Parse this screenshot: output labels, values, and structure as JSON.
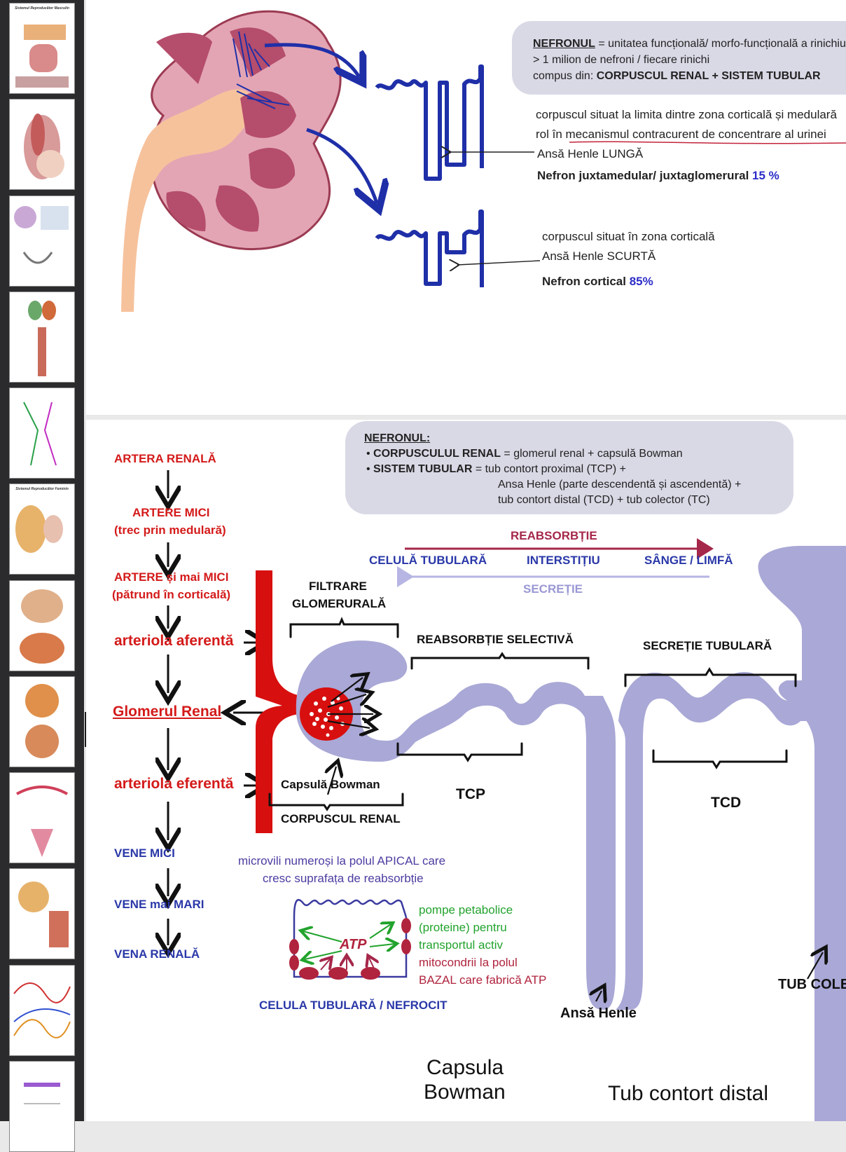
{
  "sidebar": {
    "thumbnails": [
      {
        "title": "Sistemul Reproducător Masculin"
      },
      {
        "title": ""
      },
      {
        "title": ""
      },
      {
        "title": ""
      },
      {
        "title": ""
      },
      {
        "title": "Sistemul Reproducător Feminin"
      },
      {
        "title": ""
      },
      {
        "title": ""
      },
      {
        "title": ""
      },
      {
        "title": ""
      },
      {
        "title": ""
      },
      {
        "title": ""
      }
    ]
  },
  "nav": {
    "back_glyph": "‹"
  },
  "page1": {
    "box": {
      "line1_term": "NEFRONUL",
      "line1_rest": " = unitatea funcțională/ morfo-funcțională a rinichiului",
      "line2": "> 1 milion de nefroni / fiecare rinichi",
      "line3_prefix": "compus din: ",
      "line3_bold": "CORPUSCUL RENAL + SISTEM TUBULAR"
    },
    "juxta": {
      "line1": "corpuscul situat la limita dintre zona corticală și medulară",
      "line2_prefix": "rol în ",
      "line2_underlined": "mecanismul contracurent de concentrare al urinei",
      "loop": "Ansă Henle LUNGĂ",
      "type": "Nefron juxtamedular/ juxtaglomerural",
      "percent": "15 %"
    },
    "cortical": {
      "line1": "corpuscul situat în zona corticală",
      "loop": "Ansă Henle SCURTĂ",
      "type": "Nefron cortical",
      "percent": "85%"
    }
  },
  "page2": {
    "box": {
      "title": "NEFRONUL:",
      "item1_bold": "CORPUSCULUL RENAL",
      "item1_rest": " = glomerul renal + capsulă Bowman",
      "item2_bold": "SISTEM TUBULAR",
      "item2_rest": " = tub contort proximal (TCP) +",
      "item2_line2": "Ansa Henle (parte descendentă și ascendentă) +",
      "item2_line3": "tub contort distal (TCD) + tub colector (TC)"
    },
    "flow": {
      "step1": "ARTERA RENALĂ",
      "step2a": "ARTERE MICI",
      "step2b": "(trec prin medulară)",
      "step3a": "ARTERE și mai MICI",
      "step3b": "(pătrund în corticală)",
      "step4": "arteriola aferentă",
      "step5": "Glomerul Renal",
      "step6": "arteriola eferentă",
      "step7": "VENE MICI",
      "step8": "VENE mai MARI",
      "step9": "VENA RENALĂ"
    },
    "transport": {
      "reabs": "REABSORBȚIE",
      "cell": "CELULĂ TUBULARĂ",
      "interstitium": "INTERSTIȚIU",
      "blood": "SÂNGE / LIMFĂ",
      "secretion": "SECREȚIE"
    },
    "labels": {
      "filtration_a": "FILTRARE",
      "filtration_b": "GLOMERURALĂ",
      "selective": "REABSORBȚIE SELECTIVĂ",
      "tubular_secretion": "SECREȚIE TUBULARĂ",
      "bowman": "Capsulă Bowman",
      "corpuscle": "CORPUSCUL RENAL",
      "tcp": "TCP",
      "tcd": "TCD",
      "henle": "Ansă Henle",
      "collector": "TUB COLECTOR"
    },
    "cell_notes": {
      "microvilli_a": "microvili numeroși la polul APICAL care",
      "microvilli_b": "cresc suprafața de reabsorbție",
      "pumps_a": "pompe petabolice",
      "pumps_b": "(proteine) pentru",
      "pumps_c": "transportul activ",
      "mito_a": "mitocondrii la polul",
      "mito_b": "BAZAL care fabrică ATP",
      "atp": "ATP",
      "cell_title": "CELULA TUBULARĂ / NEFROCIT"
    },
    "bottom": {
      "bowman_a": "Capsula",
      "bowman_b": "Bowman",
      "distal": "Tub contort distal"
    }
  },
  "colors": {
    "kidney": "#e3a5b4",
    "pyramid": "#b54d6c",
    "pelvis": "#f6c29c",
    "nephron_blue": "#1f2fa8",
    "tube": "#a9a8d6",
    "artery": "#d80f0f",
    "box": "#d9d9e6",
    "reabsorption": "#a5274a",
    "secretion": "#b7b5e3"
  }
}
